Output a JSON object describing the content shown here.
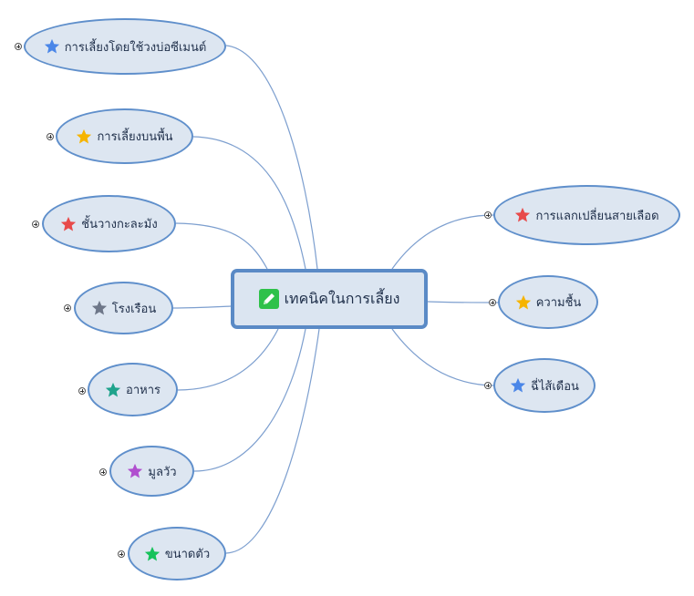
{
  "central": {
    "label": "เทคนิคในการเลี้ยง",
    "icon": "edit-icon",
    "icon_color": "#2ec14a"
  },
  "colors": {
    "line": "#7d9fcf",
    "node_border": "#5f8fcb",
    "node_fill": "#dde6f1"
  },
  "left_topics": [
    {
      "label": "การเลี้ยงโดยใช้วงบ่อซีเมนต์",
      "star_color": "#4a86e8",
      "icon": "star-icon"
    },
    {
      "label": "การเลี้ยงบนพื้น",
      "star_color": "#f6b400",
      "icon": "star-icon"
    },
    {
      "label": "ชั้นวางกะละมัง",
      "star_color": "#e84a4a",
      "icon": "star-icon"
    },
    {
      "label": "โรงเรือน",
      "star_color": "#6e7789",
      "icon": "star-icon"
    },
    {
      "label": "อาหาร",
      "star_color": "#1fa38c",
      "icon": "star-icon"
    },
    {
      "label": "มูลวัว",
      "star_color": "#b04fcf",
      "icon": "star-icon"
    },
    {
      "label": "ขนาดตัว",
      "star_color": "#16c25a",
      "icon": "star-icon"
    }
  ],
  "right_topics": [
    {
      "label": "การแลกเปลี่ยนสายเลือด",
      "star_color": "#e84a4a",
      "icon": "star-icon"
    },
    {
      "label": "ความชื้น",
      "star_color": "#f6b400",
      "icon": "star-icon"
    },
    {
      "label": "ฉี่ไส้เดือน",
      "star_color": "#4a86e8",
      "icon": "star-icon"
    }
  ]
}
